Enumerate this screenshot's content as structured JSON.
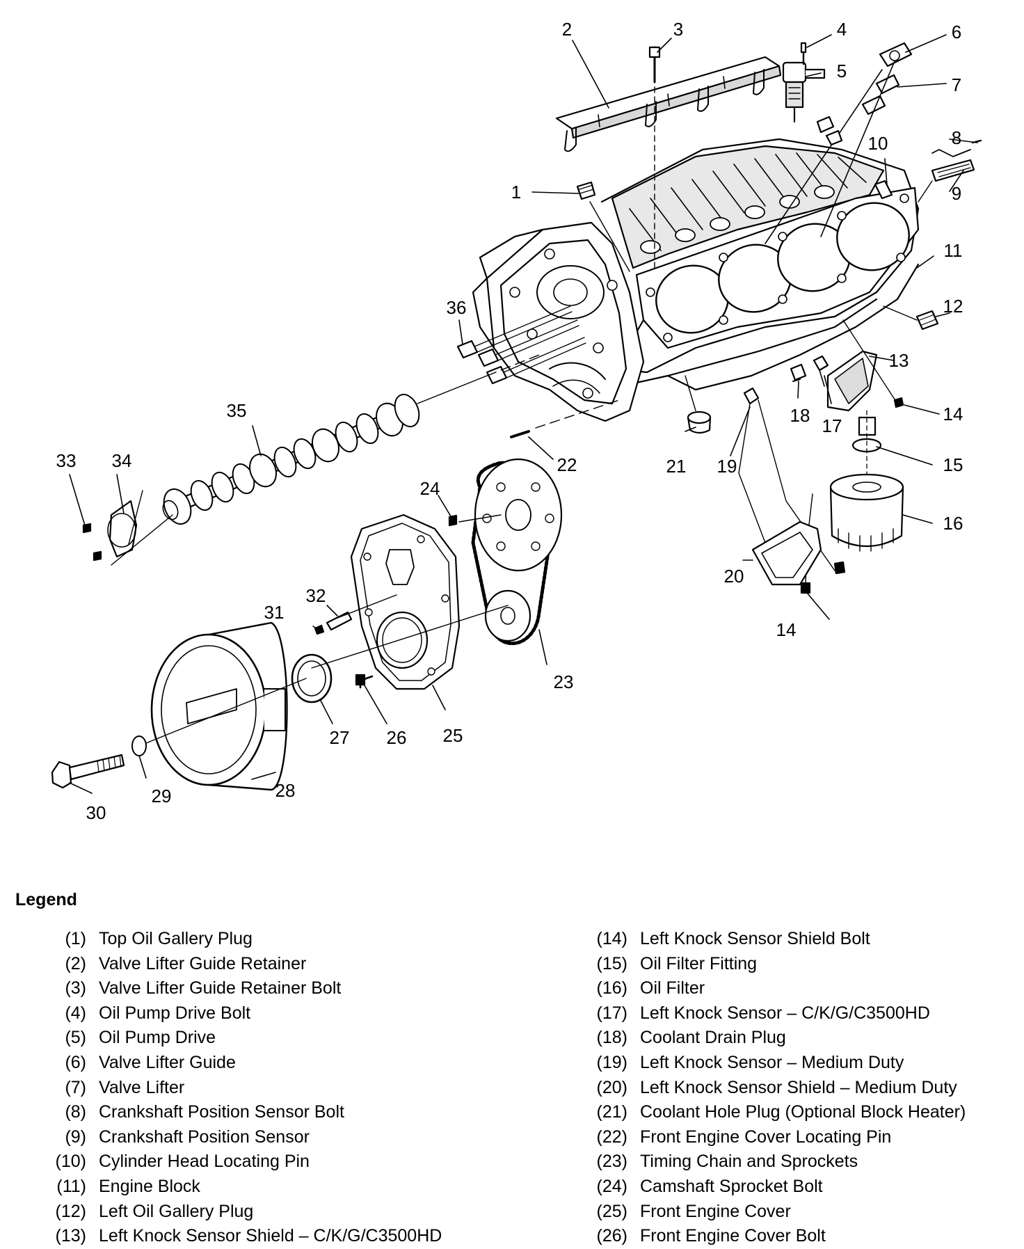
{
  "callouts": [
    {
      "id": "1",
      "label": "1"
    },
    {
      "id": "2",
      "label": "2"
    },
    {
      "id": "3",
      "label": "3"
    },
    {
      "id": "4",
      "label": "4"
    },
    {
      "id": "5",
      "label": "5"
    },
    {
      "id": "6",
      "label": "6"
    },
    {
      "id": "7",
      "label": "7"
    },
    {
      "id": "8",
      "label": "8"
    },
    {
      "id": "9",
      "label": "9"
    },
    {
      "id": "10",
      "label": "10"
    },
    {
      "id": "11",
      "label": "11"
    },
    {
      "id": "12",
      "label": "12"
    },
    {
      "id": "13",
      "label": "13"
    },
    {
      "id": "14a",
      "label": "14"
    },
    {
      "id": "14b",
      "label": "14"
    },
    {
      "id": "15",
      "label": "15"
    },
    {
      "id": "16",
      "label": "16"
    },
    {
      "id": "17",
      "label": "17"
    },
    {
      "id": "18",
      "label": "18"
    },
    {
      "id": "19",
      "label": "19"
    },
    {
      "id": "20",
      "label": "20"
    },
    {
      "id": "21",
      "label": "21"
    },
    {
      "id": "22",
      "label": "22"
    },
    {
      "id": "23",
      "label": "23"
    },
    {
      "id": "24",
      "label": "24"
    },
    {
      "id": "25",
      "label": "25"
    },
    {
      "id": "26",
      "label": "26"
    },
    {
      "id": "27",
      "label": "27"
    },
    {
      "id": "28",
      "label": "28"
    },
    {
      "id": "29",
      "label": "29"
    },
    {
      "id": "30",
      "label": "30"
    },
    {
      "id": "31",
      "label": "31"
    },
    {
      "id": "32",
      "label": "32"
    },
    {
      "id": "33",
      "label": "33"
    },
    {
      "id": "34",
      "label": "34"
    },
    {
      "id": "35",
      "label": "35"
    },
    {
      "id": "36",
      "label": "36"
    }
  ],
  "legend": {
    "title": "Legend",
    "left": [
      {
        "num": "(1)",
        "text": "Top Oil Gallery Plug"
      },
      {
        "num": "(2)",
        "text": "Valve Lifter Guide Retainer"
      },
      {
        "num": "(3)",
        "text": "Valve Lifter Guide Retainer Bolt"
      },
      {
        "num": "(4)",
        "text": "Oil Pump Drive Bolt"
      },
      {
        "num": "(5)",
        "text": "Oil Pump Drive"
      },
      {
        "num": "(6)",
        "text": "Valve Lifter Guide"
      },
      {
        "num": "(7)",
        "text": "Valve Lifter"
      },
      {
        "num": "(8)",
        "text": "Crankshaft Position Sensor Bolt"
      },
      {
        "num": "(9)",
        "text": "Crankshaft Position Sensor"
      },
      {
        "num": "(10)",
        "text": "Cylinder Head Locating Pin"
      },
      {
        "num": "(11)",
        "text": "Engine Block"
      },
      {
        "num": "(12)",
        "text": "Left Oil Gallery Plug"
      },
      {
        "num": "(13)",
        "text": "Left Knock Sensor Shield – C/K/G/C3500HD"
      }
    ],
    "right": [
      {
        "num": "(14)",
        "text": "Left Knock Sensor Shield Bolt"
      },
      {
        "num": "(15)",
        "text": "Oil Filter Fitting"
      },
      {
        "num": "(16)",
        "text": "Oil Filter"
      },
      {
        "num": "(17)",
        "text": "Left Knock Sensor – C/K/G/C3500HD"
      },
      {
        "num": "(18)",
        "text": "Coolant Drain Plug"
      },
      {
        "num": "(19)",
        "text": "Left Knock Sensor – Medium Duty"
      },
      {
        "num": "(20)",
        "text": "Left Knock Sensor Shield – Medium Duty"
      },
      {
        "num": "(21)",
        "text": "Coolant Hole Plug (Optional Block Heater)"
      },
      {
        "num": "(22)",
        "text": "Front Engine Cover Locating Pin"
      },
      {
        "num": "(23)",
        "text": "Timing Chain and Sprockets"
      },
      {
        "num": "(24)",
        "text": "Camshaft Sprocket Bolt"
      },
      {
        "num": "(25)",
        "text": "Front Engine Cover"
      },
      {
        "num": "(26)",
        "text": "Front Engine Cover Bolt"
      }
    ]
  }
}
